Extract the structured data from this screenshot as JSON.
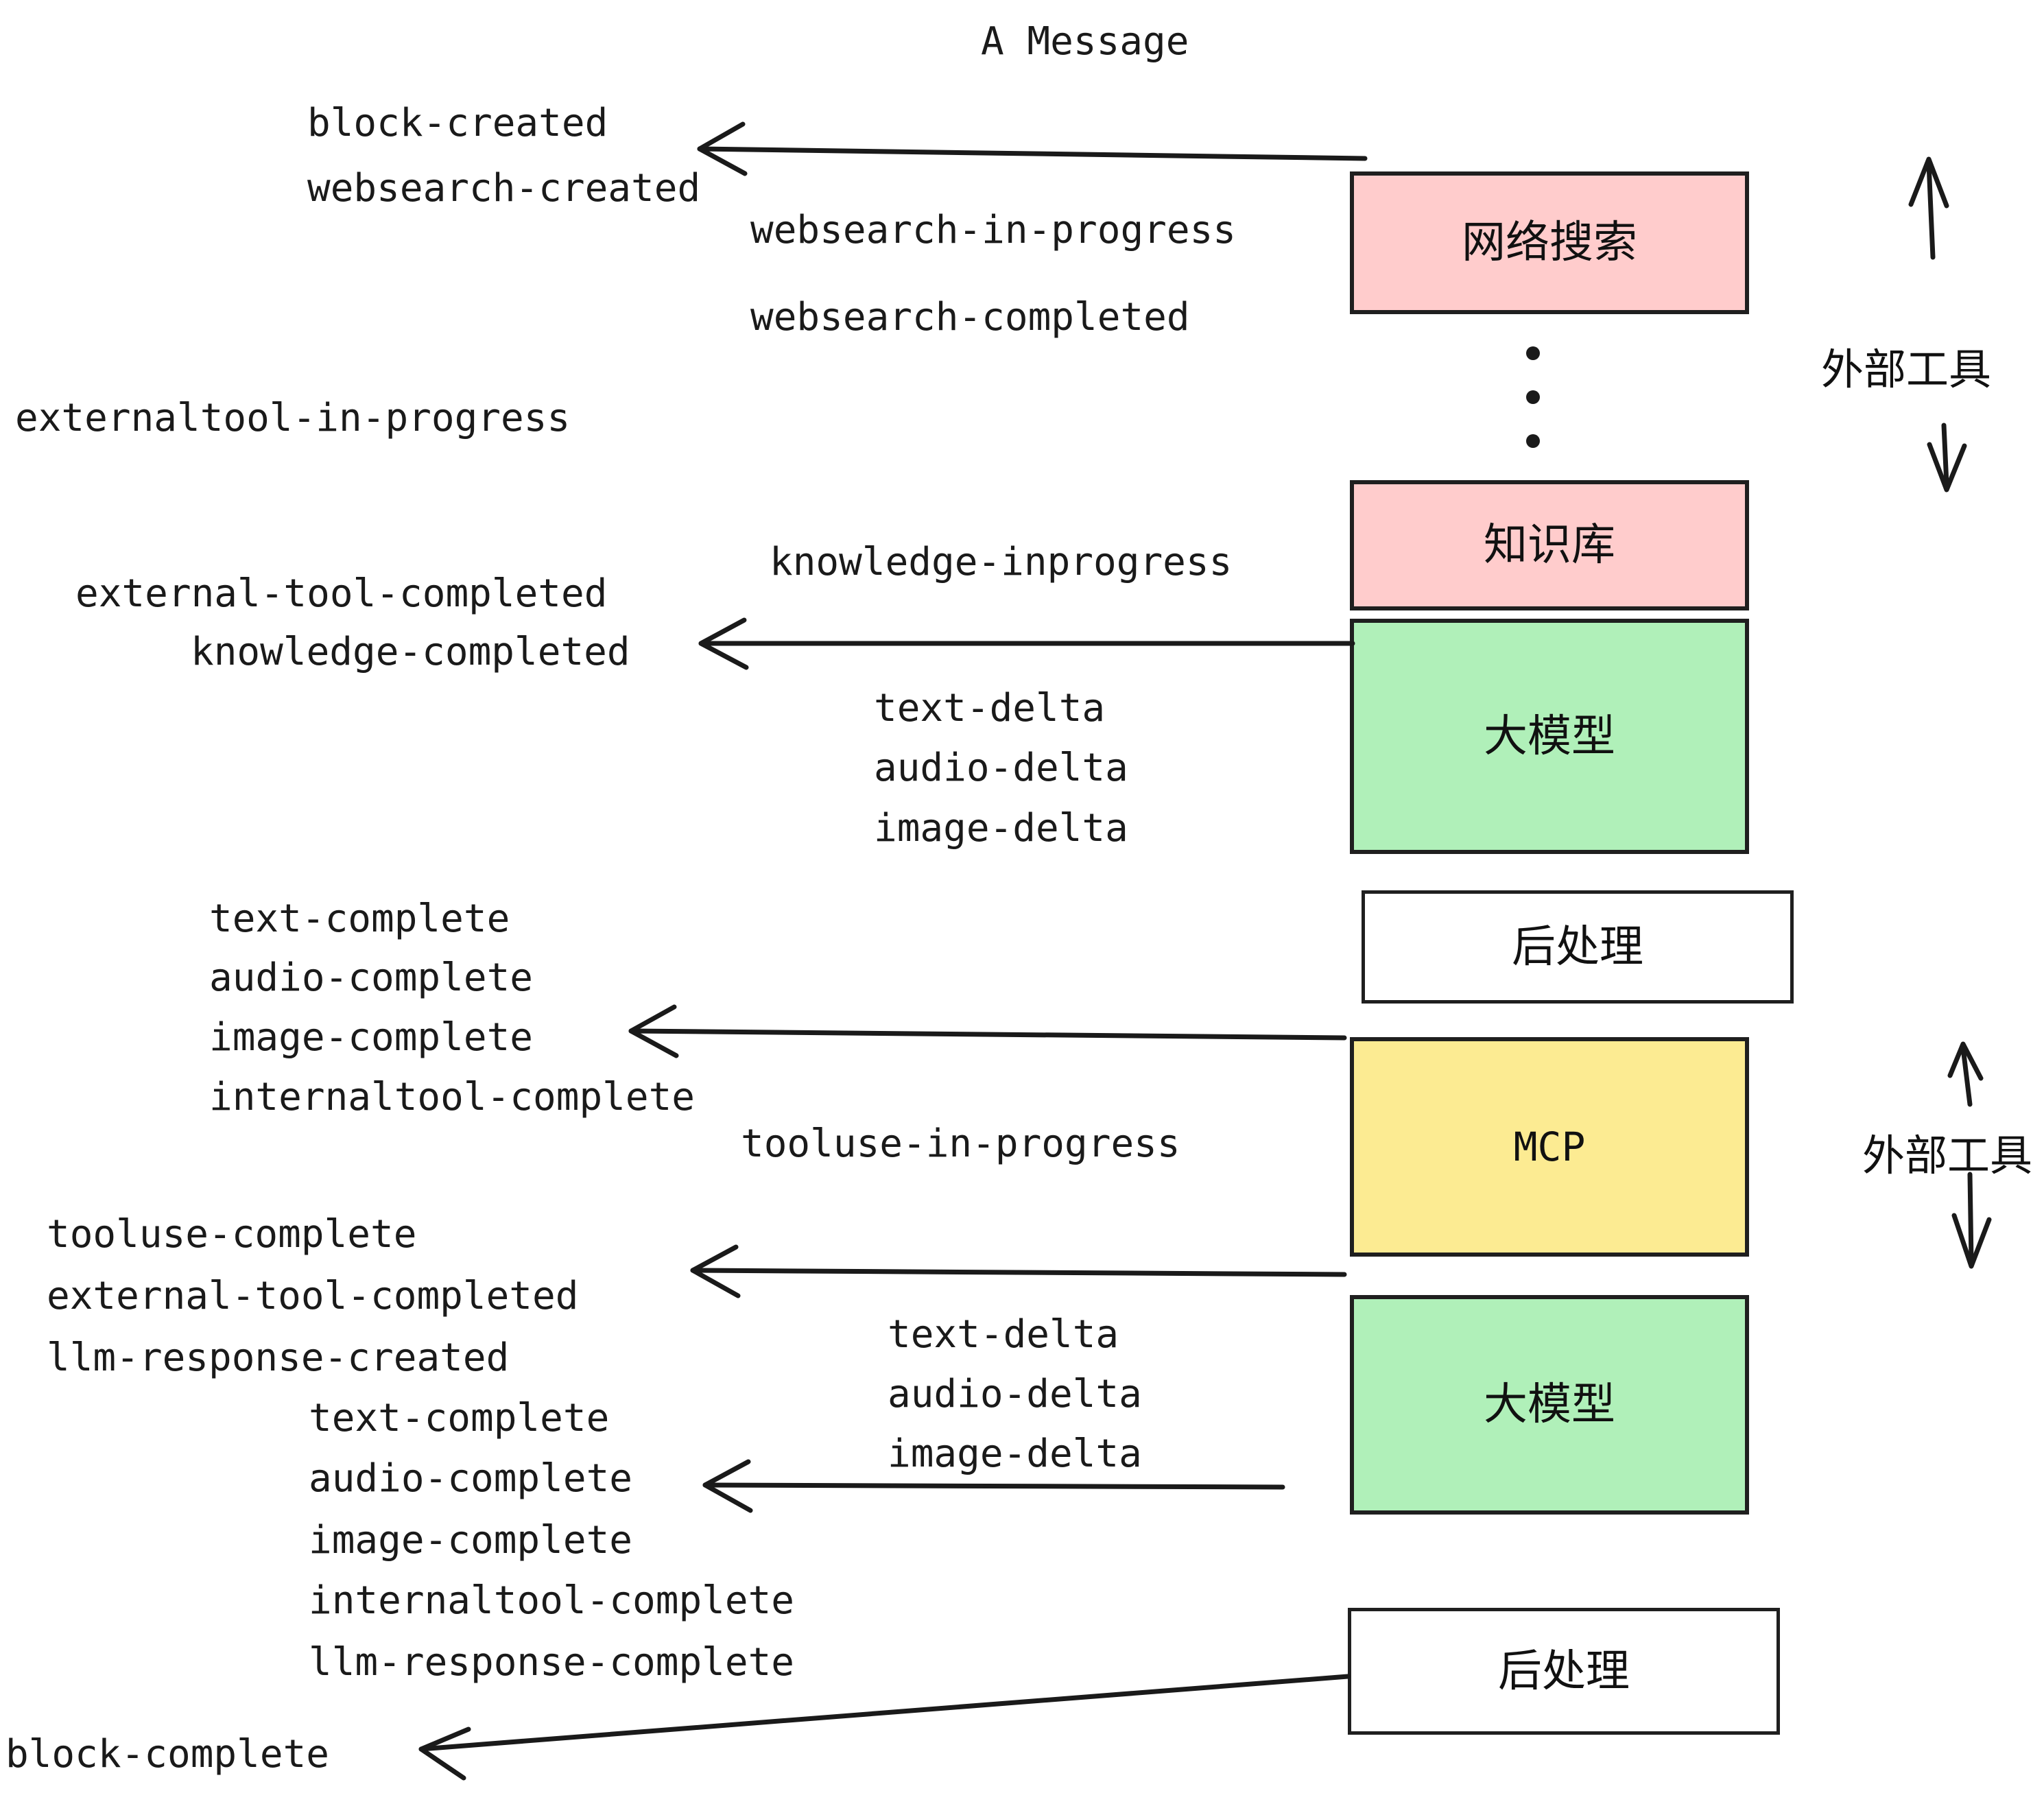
{
  "diagram": {
    "title": "A Message",
    "colors": {
      "pink": "#FFCCCC",
      "green": "#B0F0B9",
      "yellow": "#FCEB92",
      "white": "#FFFFFF",
      "stroke": "#1F1F1F",
      "text": "#1A1A1A"
    },
    "nodes": [
      {
        "id": "websearch",
        "label": "网络搜索",
        "fill": "pink"
      },
      {
        "id": "knowledgebase",
        "label": "知识库",
        "fill": "pink"
      },
      {
        "id": "llm-1",
        "label": "大模型",
        "fill": "green"
      },
      {
        "id": "postprocess-1",
        "label": "后处理",
        "fill": "white"
      },
      {
        "id": "mcp",
        "label": "MCP",
        "fill": "yellow"
      },
      {
        "id": "llm-2",
        "label": "大模型",
        "fill": "green"
      },
      {
        "id": "postprocess-2",
        "label": "后处理",
        "fill": "white"
      }
    ],
    "group_labels": [
      {
        "id": "external-tools-top",
        "label": "外部工具"
      },
      {
        "id": "external-tools-bottom",
        "label": "外部工具"
      }
    ],
    "events": [
      {
        "id": "e01",
        "text": "block-created"
      },
      {
        "id": "e02",
        "text": "websearch-created"
      },
      {
        "id": "e03",
        "text": "websearch-in-progress"
      },
      {
        "id": "e04",
        "text": "websearch-completed"
      },
      {
        "id": "e05",
        "text": "externaltool-in-progress"
      },
      {
        "id": "e06",
        "text": "knowledge-inprogress"
      },
      {
        "id": "e07",
        "text": "external-tool-completed"
      },
      {
        "id": "e08",
        "text": "knowledge-completed"
      },
      {
        "id": "e09",
        "text": "text-delta"
      },
      {
        "id": "e10",
        "text": "audio-delta"
      },
      {
        "id": "e11",
        "text": "image-delta"
      },
      {
        "id": "e12",
        "text": "text-complete"
      },
      {
        "id": "e13",
        "text": "audio-complete"
      },
      {
        "id": "e14",
        "text": "image-complete"
      },
      {
        "id": "e15",
        "text": "internaltool-complete"
      },
      {
        "id": "e16",
        "text": "tooluse-in-progress"
      },
      {
        "id": "e17",
        "text": "tooluse-complete"
      },
      {
        "id": "e18",
        "text": "external-tool-completed"
      },
      {
        "id": "e19",
        "text": "llm-response-created"
      },
      {
        "id": "e20",
        "text": "text-delta"
      },
      {
        "id": "e21",
        "text": "audio-delta"
      },
      {
        "id": "e22",
        "text": "image-delta"
      },
      {
        "id": "e23",
        "text": "text-complete"
      },
      {
        "id": "e24",
        "text": "audio-complete"
      },
      {
        "id": "e25",
        "text": "image-complete"
      },
      {
        "id": "e26",
        "text": "internaltool-complete"
      },
      {
        "id": "e27",
        "text": "llm-response-complete"
      },
      {
        "id": "e28",
        "text": "block-complete"
      }
    ]
  }
}
